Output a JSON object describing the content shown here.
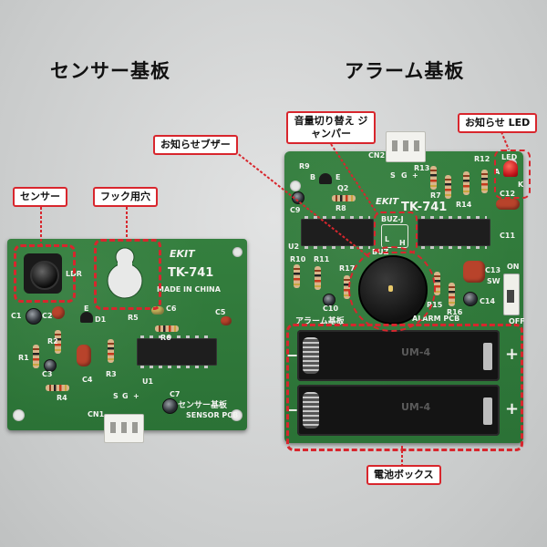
{
  "headings": {
    "sensor_board": "センサー基板",
    "alarm_board": "アラーム基板"
  },
  "callouts": {
    "sensor": "センサー",
    "hook_hole": "フック用穴",
    "notify_buzzer": "お知らせブザー",
    "volume_jumper": "音量切り替え ジャンパー",
    "notify_led": "お知らせ LED",
    "battery_box": "電池ボックス"
  },
  "sensor_pcb": {
    "logo": "EKIT",
    "model": "TK-741",
    "made_in": "MADE IN CHINA",
    "board_name_jp": "センサー基板",
    "board_name_en": "SENSOR PCB",
    "refs": [
      "LDR",
      "C1",
      "C2",
      "D1",
      "E",
      "R5",
      "C6",
      "R6",
      "C5",
      "R2",
      "R1",
      "C3",
      "C4",
      "R3",
      "R4",
      "U1",
      "CN1",
      "S",
      "G",
      "+",
      "C7"
    ]
  },
  "alarm_pcb": {
    "logo": "EKIT",
    "model": "TK-741",
    "board_name_jp": "アラーム基板",
    "board_name_en": "ALARM PCB",
    "refs": [
      "CN2",
      "R9",
      "B",
      "E",
      "Q2",
      "R8",
      "C9",
      "R13",
      "R7",
      "R14",
      "R12",
      "LED",
      "A",
      "K",
      "C12",
      "BUZ-J",
      "L",
      "H",
      "U2",
      "R10",
      "R11",
      "R17",
      "C10",
      "BUZ",
      "C11",
      "R15",
      "R16",
      "C14",
      "C13",
      "SW",
      "ON",
      "OFF",
      "S",
      "G",
      "+"
    ]
  },
  "battery_labels": {
    "plus": "+",
    "minus": "−",
    "cell_text": "UM-4"
  },
  "colors": {
    "pcb_green": "#2f7a3a",
    "callout_red": "#d8262d",
    "background": "#cfd1d1"
  }
}
